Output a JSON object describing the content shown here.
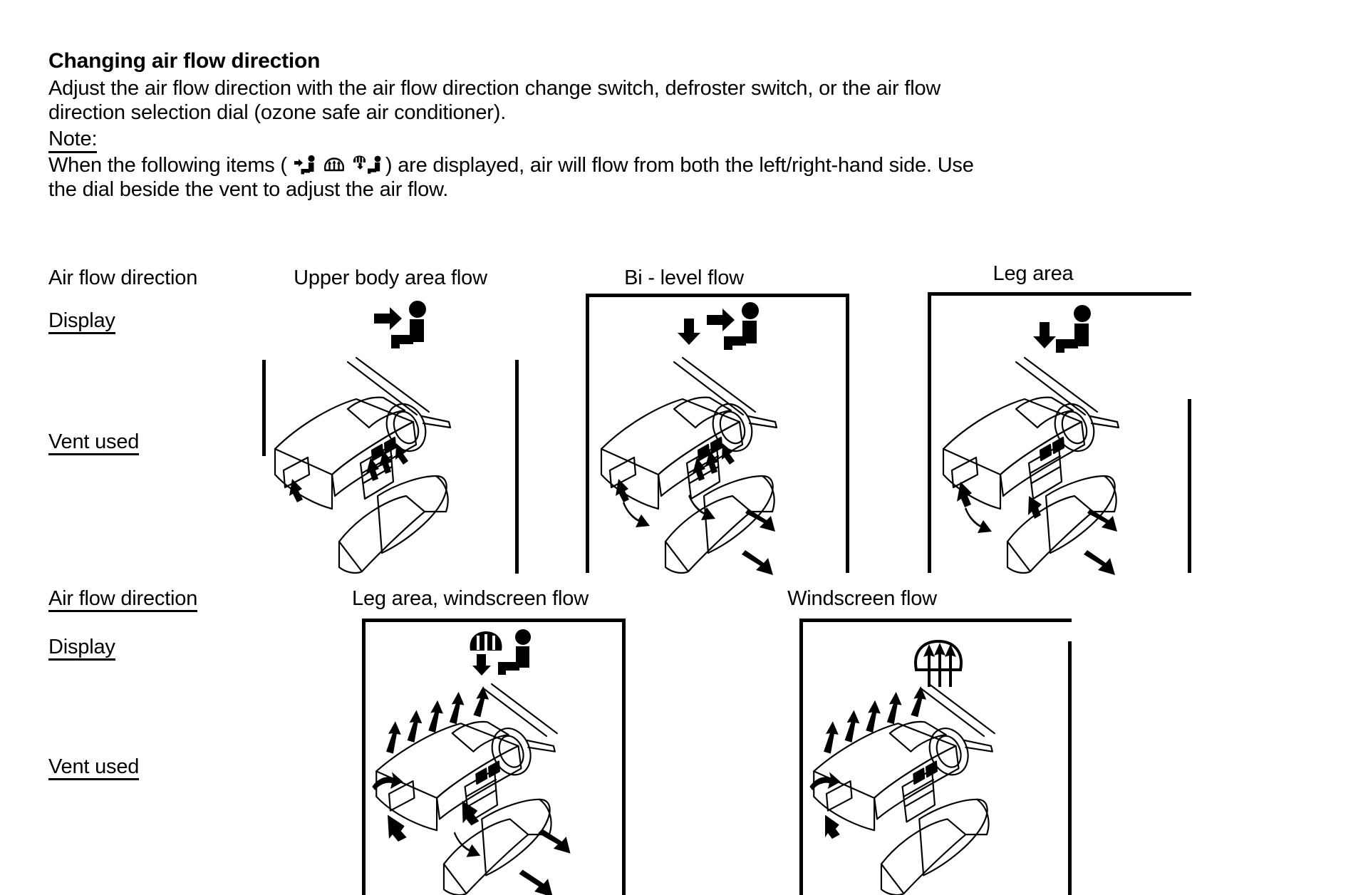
{
  "document": {
    "heading": "Changing air flow direction",
    "paragraph_line1": "Adjust the air flow direction with the air flow direction change switch, defroster switch, or the air flow",
    "paragraph_line2": "direction selection dial (ozone safe air conditioner).",
    "note_label": "Note:",
    "note_part1": "When the following items (",
    "note_part2": ") are displayed, air will flow from both the left/right-hand side. Use",
    "note_line2": "the dial beside the vent to adjust the air flow.",
    "note_inline_icons": [
      "leg-area-seat-icon",
      "windscreen-defroster-icon",
      "windscreen-and-leg-seat-icon"
    ]
  },
  "table": {
    "row_labels": {
      "air_flow_direction": "Air flow direction",
      "display": "Display",
      "vent_used": "Vent used"
    },
    "group1": {
      "columns": [
        {
          "title": "Upper body area flow",
          "display_icon": "seat-with-right-arrow-icon",
          "vent_illustration": "dashboard-upper-body-vent-illustration"
        },
        {
          "title": "Bi - level flow",
          "display_icon": "seat-with-right-and-down-arrow-icon",
          "vent_illustration": "dashboard-bi-level-vent-illustration"
        },
        {
          "title": "Leg area",
          "display_icon": "seat-with-down-arrow-icon",
          "vent_illustration": "dashboard-leg-area-vent-illustration"
        }
      ]
    },
    "group2": {
      "columns": [
        {
          "title": "Leg area, windscreen flow",
          "display_icon": "windscreen-and-seat-down-arrow-icon",
          "vent_illustration": "dashboard-leg-windscreen-vent-illustration"
        },
        {
          "title": "Windscreen flow",
          "display_icon": "windscreen-up-arrows-icon",
          "vent_illustration": "dashboard-windscreen-vent-illustration"
        }
      ]
    }
  },
  "colors": {
    "ink": "#000000",
    "paper": "#ffffff"
  }
}
